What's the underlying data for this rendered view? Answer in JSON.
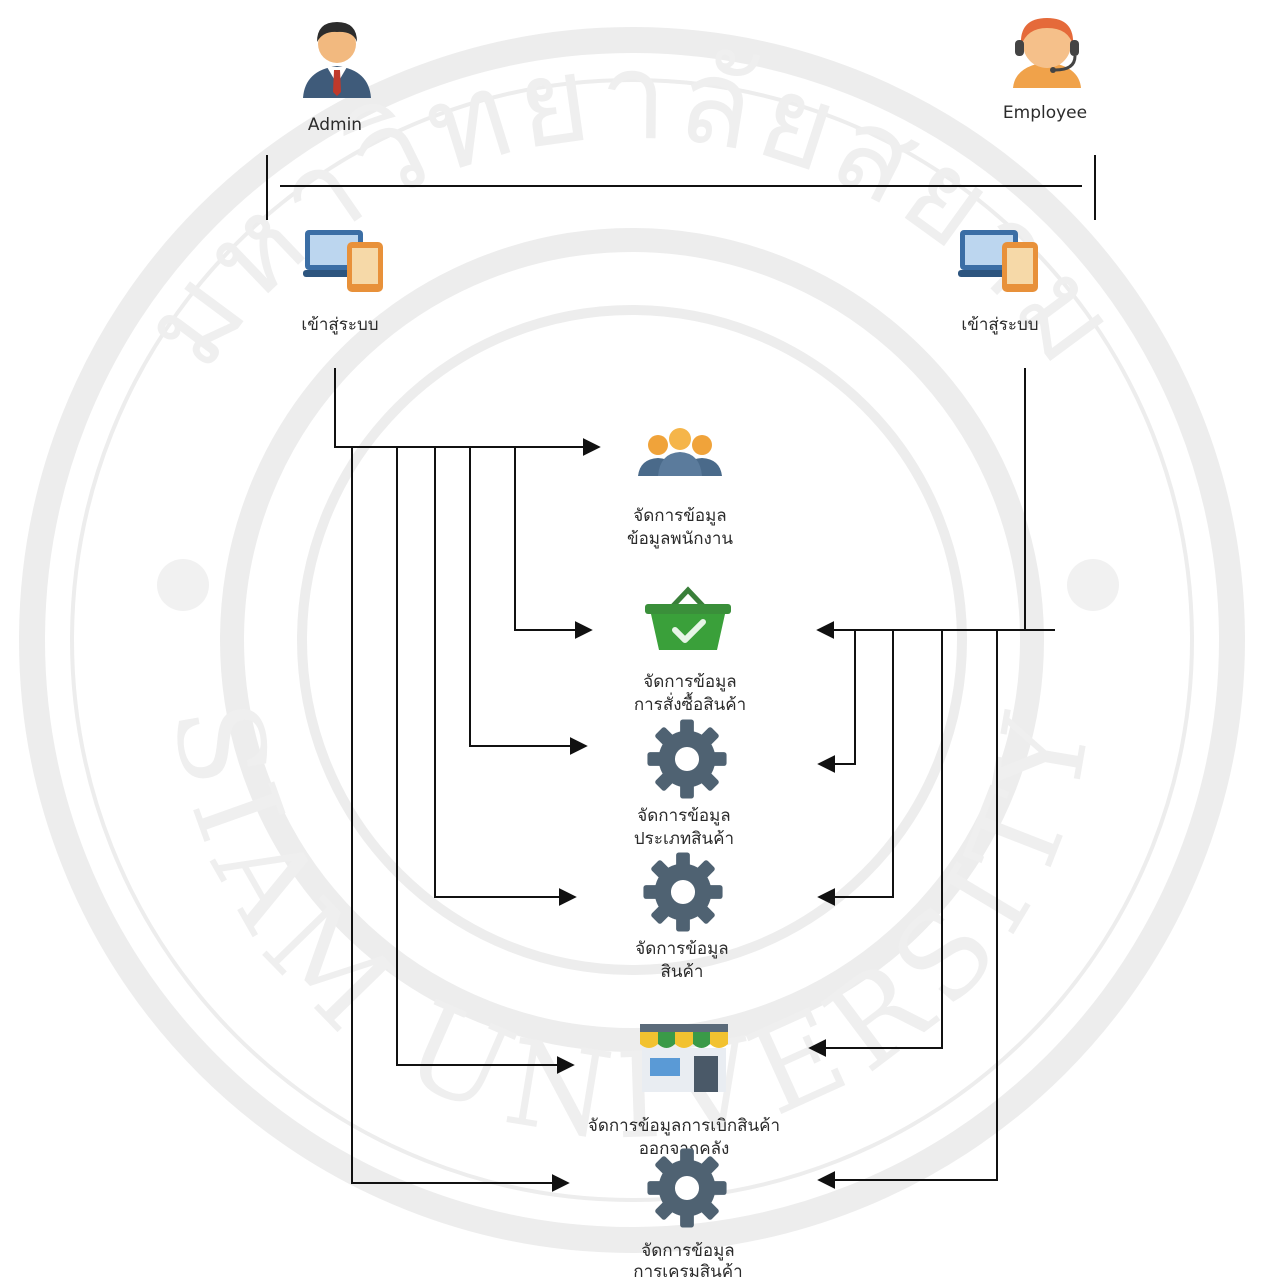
{
  "actors": {
    "admin": {
      "label": "Admin",
      "login_label": "เข้าสู่ระบบ"
    },
    "employee": {
      "label": "Employee",
      "login_label": "เข้าสู่ระบบ"
    }
  },
  "modules": [
    {
      "line1": "จัดการข้อมูล",
      "line2": "ข้อมูลพนักงาน",
      "icon": "people-group-icon"
    },
    {
      "line1": "จัดการข้อมูล",
      "line2": "การสั่งซื้อสินค้า",
      "icon": "basket-check-icon"
    },
    {
      "line1": "จัดการข้อมูล",
      "line2": "ประเภทสินค้า",
      "icon": "gear-icon"
    },
    {
      "line1": "จัดการข้อมูล",
      "line2": "สินค้า",
      "icon": "gear-icon"
    },
    {
      "line1": "จัดการข้อมูลการเบิกสินค้า",
      "line2": "ออกจากคลัง",
      "icon": "store-icon"
    },
    {
      "line1": "จัดการข้อมูล",
      "line2": "การเครมสินค้า",
      "icon": "gear-icon"
    }
  ],
  "watermark": {
    "thai_text": "มหาวิทยาลัยสยาม",
    "english_text": "SIAM UNIVERSITY"
  },
  "colors": {
    "line": "#111111",
    "gear": "#4f6272",
    "basket": "#3a8f3a",
    "people": "#f0a33a",
    "device_blue": "#3b6ea5",
    "device_orange": "#e8913a",
    "watermark": "#ececec"
  }
}
